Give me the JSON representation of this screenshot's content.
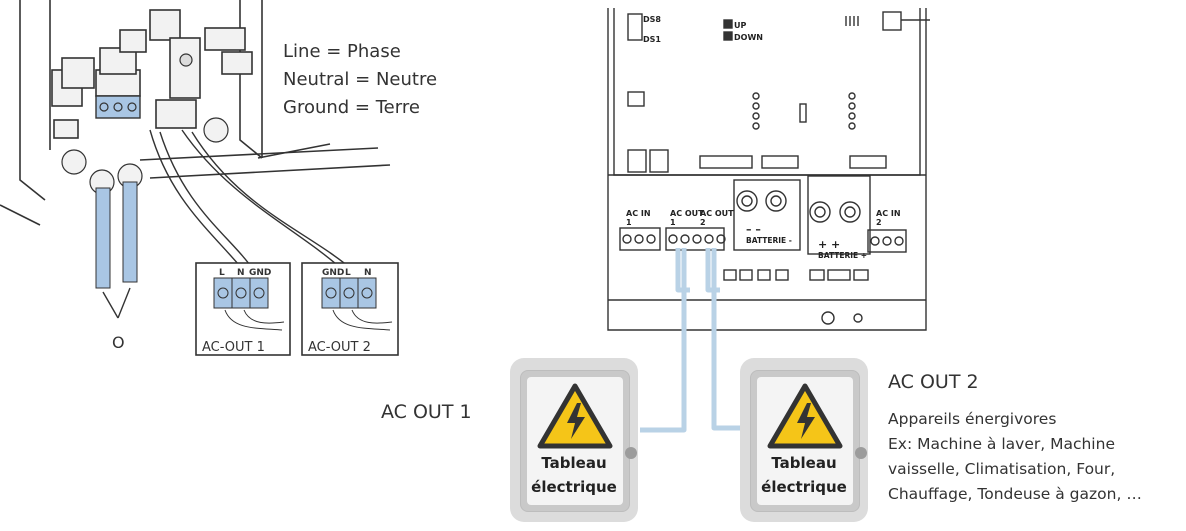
{
  "legend": {
    "line1": "Line = Phase",
    "line2": "Neutral = Neutre",
    "line3": "Ground = Terre"
  },
  "left_diagram": {
    "marker": "O",
    "terminal_box1": {
      "caption": "AC-OUT 1",
      "labels": [
        "L",
        "N",
        "GND"
      ]
    },
    "terminal_box2": {
      "caption": "AC-OUT 2",
      "labels": [
        "GND",
        "L",
        "N"
      ]
    }
  },
  "inverter": {
    "board": {
      "ds8": "DS8",
      "ds1": "DS1",
      "up": "UP",
      "down": "DOWN"
    },
    "ac_in1": "AC IN\n1",
    "ac_out1": "AC OUT\n1",
    "ac_out2": "AC OUT\n2",
    "ac_in2": "AC IN\n2",
    "batt_minus": "BATTERIE -",
    "batt_plus": "BATTERIE +",
    "minus_signs": "–  –",
    "plus_signs": "+  +"
  },
  "bottom": {
    "ac_out1_label": "AC OUT 1",
    "ac_out2_label": "AC OUT 2",
    "appliances": [
      "Appareils énergivores",
      "Ex: Machine à laver, Machine",
      "vaisselle, Climatisation, Four,",
      "Chauffage, Tondeuse à gazon, …"
    ],
    "panel1_label": "Tableau\nélectrique",
    "panel2_label": "Tableau\nélectrique"
  },
  "colors": {
    "cable": "#b9d2e6",
    "terminal_blue": "#a9c6e4",
    "warning_yellow": "#f5c518",
    "line_dark": "#333333"
  }
}
